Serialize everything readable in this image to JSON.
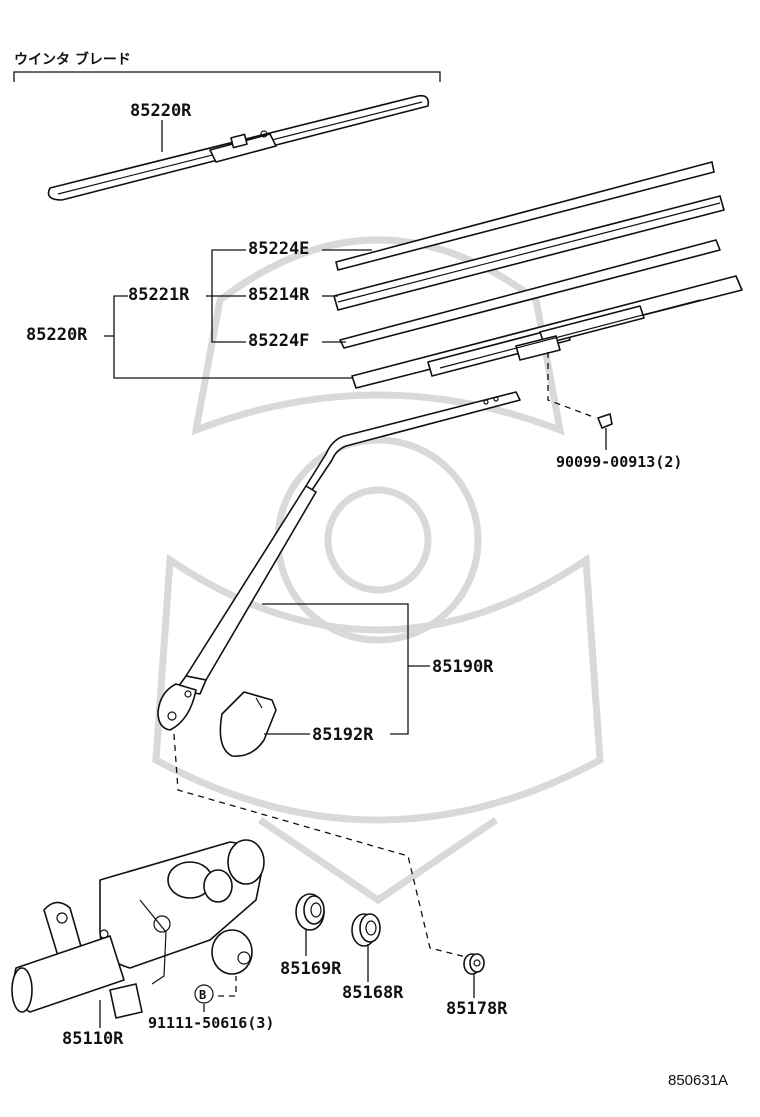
{
  "diagram": {
    "header_label": "ウインタ ブレード",
    "footer_code": "850631A",
    "parts": {
      "blade_winter": "85220R",
      "rubber_e": "85224E",
      "blade_assembly": "85220R",
      "blade_sub": "85221R",
      "rubber": "85214R",
      "rubber_f": "85224F",
      "screw": "90099-00913(2)",
      "arm": "85190R",
      "cover": "85192R",
      "motor": "85110R",
      "bolt": "91111-50616(3)",
      "bolt_marker": "B",
      "cushion": "85169R",
      "bush": "85168R",
      "nut": "85178R"
    }
  }
}
